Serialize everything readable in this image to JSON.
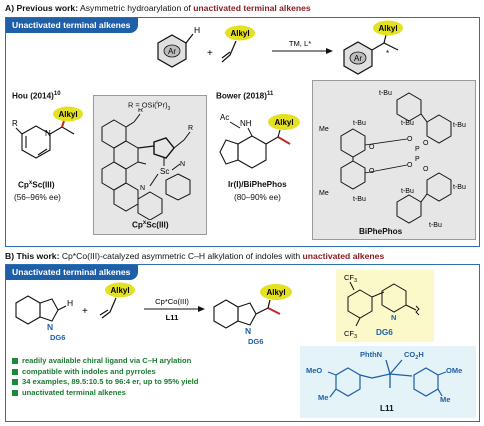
{
  "sectionA": {
    "letter": "A) Previous work:",
    "title_pre": " Asymmetric hydroarylation of ",
    "title_hl": "unactivated terminal alkenes",
    "tab": "Unactivated terminal alkenes",
    "scheme": {
      "ar": "Ar",
      "h": "H",
      "plus": "+",
      "alkyl": "Alkyl",
      "conditions": "TM, L*",
      "star": "*"
    },
    "hou": {
      "ref": "Hou (2014)",
      "sup": "10",
      "r": "R",
      "n": "N",
      "alkyl": "Alkyl",
      "cat": "Cp",
      "cat_sup": "x",
      "cat_end": "Sc(III)",
      "ee": "(56–96% ee)"
    },
    "hou_box": {
      "r_label": "R = OSi(",
      "r_sup": "i",
      "r_end": "Pr)",
      "r_sub": "3",
      "r": "R",
      "sc": "Sc",
      "n": "N",
      "label": "Cp",
      "label_sup": "x",
      "label_end": "Sc(III)"
    },
    "bower": {
      "ref": "Bower (2018)",
      "sup": "11",
      "ac": "Ac",
      "nh": "NH",
      "alkyl": "Alkyl",
      "cat": "Ir(I)/BiPhePhos",
      "ee": "(80–90% ee)"
    },
    "biphephos": {
      "tbu": "t-Bu",
      "me": "Me",
      "o": "O",
      "p": "P",
      "label": "BiPhePhos"
    }
  },
  "sectionB": {
    "letter": "B) This work:",
    "title_pre": " Cp*Co(III)-catalyzed asymmetric C–H alkylation of indoles with ",
    "title_hl": "unactivated alkenes",
    "tab": "Unactivated terminal alkenes",
    "scheme": {
      "n": "N",
      "h": "H",
      "dg": "DG6",
      "alkyl": "Alkyl",
      "conditions": "Cp*Co(III)",
      "ligand": "L11"
    },
    "dg6": {
      "cf3": "CF",
      "cf3_sub": "3",
      "n": "N",
      "label": "DG6"
    },
    "ligand": {
      "phthn": "PhthN",
      "co2h": "CO",
      "co2h_sub": "2",
      "co2h_end": "H",
      "meo": "MeO",
      "ome": "OMe",
      "me": "Me",
      "label": "L11"
    },
    "bullets": [
      "readily available chiral ligand via C–H arylation",
      "compatible with indoles and pyrroles",
      "34 examples, 89.5:10.5 to 96:4 er, up to 95% yield",
      "unactivated terminal alkenes"
    ]
  },
  "colors": {
    "panel_border": "#2a6fb3",
    "tab_bg": "#1f5fa8",
    "highlight_text": "#8a1e24",
    "alkyl_ellipse": "#e4e022",
    "bullet_green": "#1a8a3a",
    "grey_box": "#e6e6e6",
    "yellow_box": "#fbf8c9",
    "cyan_box": "#e3f3f8",
    "red_bond": "#c0282a",
    "ligand_blue": "#1f5fa8"
  }
}
